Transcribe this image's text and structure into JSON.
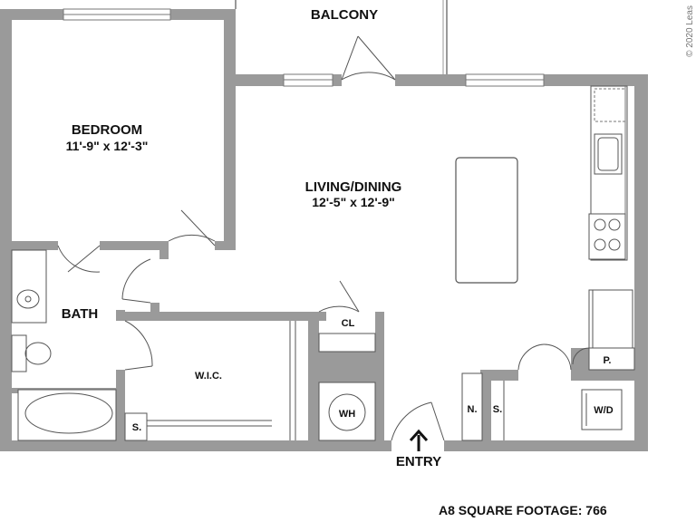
{
  "plan": {
    "copyright": "© 2020 Leas",
    "rooms": {
      "balcony": "BALCONY",
      "bedroom_name": "BEDROOM",
      "bedroom_size": "11'-9\" x 12'-3\"",
      "living_name": "LIVING/DINING",
      "living_size": "12'-5\" x 12'-9\"",
      "bath": "BATH",
      "wic": "W.I.C.",
      "closet": "CL",
      "water_heater": "WH",
      "shelf_bath": "S.",
      "linen": "N.",
      "shelf_laundry": "S.",
      "pantry": "P.",
      "washer_dryer": "W/D",
      "entry": "ENTRY"
    },
    "footer": {
      "square_footage": "A8 SQUARE FOOTAGE: 766"
    }
  }
}
